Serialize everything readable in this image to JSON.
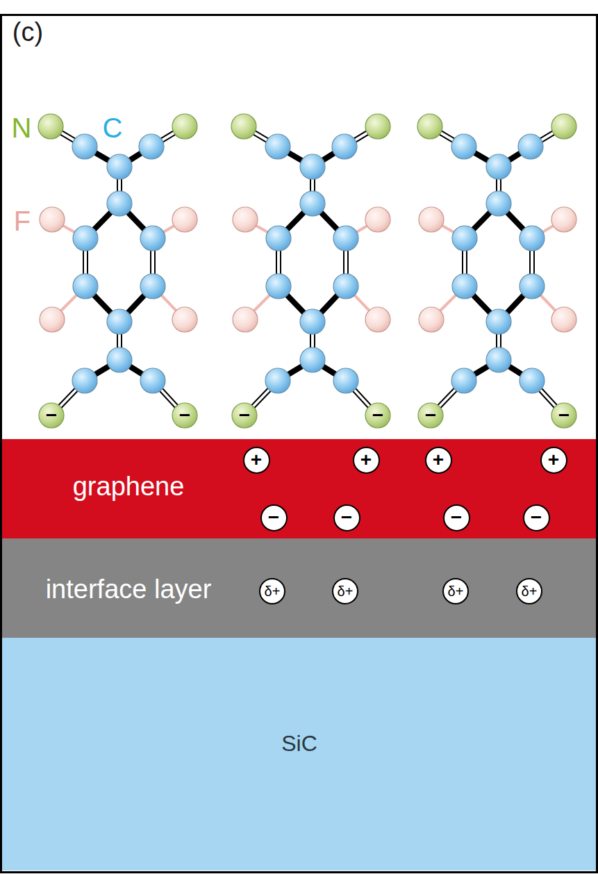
{
  "diagram": {
    "nodes": [
      {
        "text": [
          "graphene"
        ]
      },
      {
        "text": [
          "+"
        ],
        "in": 0
      },
      {
        "text": [
          "+"
        ],
        "in": 0
      },
      {
        "text": [
          "+"
        ],
        "in": 0
      },
      {
        "text": [
          "+"
        ],
        "in": 0
      },
      {
        "text": [
          "−"
        ],
        "in": 0
      },
      {
        "text": [
          "−"
        ],
        "in": 0
      },
      {
        "text": [
          "−"
        ],
        "in": 0
      },
      {
        "text": [
          "−"
        ],
        "in": 0
      },
      {
        "text": [
          "interface layer"
        ]
      },
      {
        "text": [
          "δ+"
        ],
        "in": 9
      },
      {
        "text": [
          "δ+"
        ],
        "in": 9
      },
      {
        "text": [
          "δ+"
        ],
        "in": 9
      },
      {
        "text": [
          "δ+"
        ],
        "in": 9
      },
      {
        "text": [
          "SiC"
        ]
      }
    ],
    "labels": [
      "(c)",
      "N",
      "C",
      "F",
      "−",
      "−",
      "−",
      "−",
      "−",
      "−"
    ]
  }
}
